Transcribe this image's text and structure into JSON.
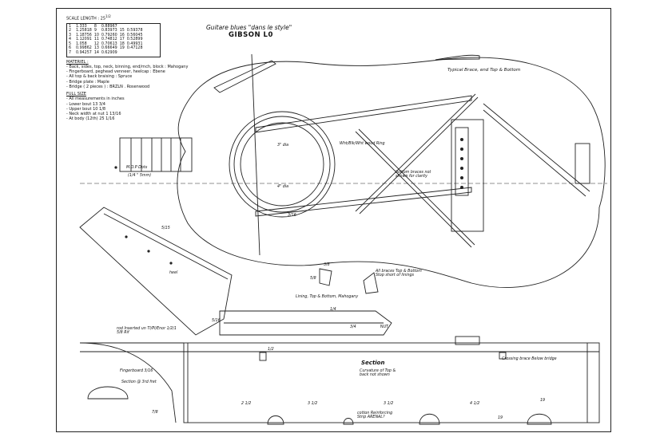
{
  "title": {
    "line1": "Guitare blues \"dans le style\"",
    "line2": "GIBSON L0"
  },
  "scale_length": {
    "label": "SCALE LENGTH : 25",
    "fraction": "1/2",
    "frets": [
      {
        "n": "1",
        "v": "1.333"
      },
      {
        "n": "2",
        "v": "1.25818"
      },
      {
        "n": "3",
        "v": "1.18756"
      },
      {
        "n": "4",
        "v": "1.12091"
      },
      {
        "n": "5",
        "v": "1.058"
      },
      {
        "n": "6",
        "v": "0.99862"
      },
      {
        "n": "7",
        "v": "0.94257"
      },
      {
        "n": "8",
        "v": "0.88967"
      },
      {
        "n": "9",
        "v": "0.83973"
      },
      {
        "n": "10",
        "v": "0.79260"
      },
      {
        "n": "11",
        "v": "0.74812"
      },
      {
        "n": "12",
        "v": "0.70613"
      },
      {
        "n": "13",
        "v": "0.66649"
      },
      {
        "n": "14",
        "v": "0.62909"
      },
      {
        "n": "15",
        "v": "0.59378"
      },
      {
        "n": "16",
        "v": "0.56045"
      },
      {
        "n": "17",
        "v": "0.52899"
      },
      {
        "n": "18",
        "v": "0.49931"
      },
      {
        "n": "19",
        "v": "0.47128"
      }
    ]
  },
  "materials": {
    "header": "MATERIEL :",
    "items": [
      "- Back, sides, top, neck, binning, end/rnch, block : Mahogany",
      "- Fingerboard, peghead venneer, heelcap : Ebene",
      "- All top & back braising : Spruce",
      "- Bridge plate : Maple",
      "- Bridge ( 2 pieces ) : BRZLN . Rosenwood"
    ]
  },
  "full_size": {
    "header": "FULL SIZE",
    "items": [
      "- All measurements in inches",
      "- Lower bout 13 3/4",
      "- Upper bout 10 1/8",
      "- Neck width at nut 1 13/16",
      "- At body (12th) 25 1/16"
    ]
  },
  "annotations": {
    "typical_brace": "Typical Brace, end Top & Bottom",
    "wood_ring": "Wht/Blk/Wht wood Ring",
    "bottom_braces": "bottom braces not shown for clarity",
    "ring_dia_1": "3\" dia",
    "ring_dia_2": "4\" dia",
    "dim_3_16": "3/16",
    "mop_dots": "M.O.P Dots",
    "mop_size": "(1/4 \" 5mm)",
    "all_braces": "All braces Top & Bottom Stop short of linings",
    "lining": "Lining, Top & Bottom, Mahogany",
    "dim_5_8": "5/8",
    "dim_3_8": "3/8",
    "dim_5_16": "5/16",
    "dim_1_4": "1/4",
    "dim_3_4": "3/4",
    "nut_tag": "NUT",
    "heel_tag": "heel",
    "dim_5_15": "5/15",
    "rod_note": "rod Inserted un Tl/Pl/Enor 1/2/1 5/8 Rif",
    "fingerboard_3_16": "Fingerboard 3/16",
    "section_at_3rd_fret": "Section @ 3rd fret",
    "section_title": "Section",
    "section_note": "Curvature of Top & back not shown",
    "crossing_brace": "Crossing brace Below bridge",
    "reinforce_strip": "cotton Reinforcing Strip ARENAL?",
    "dim_2a": "2 1/2",
    "dim_3a": "3 1/2",
    "dim_3b": "3 1/2",
    "dim_4": "4 1/2",
    "dim_7_8": "7/8",
    "dim_1_2": "1/2",
    "dim_19a": "19",
    "dim_19b": "19"
  }
}
